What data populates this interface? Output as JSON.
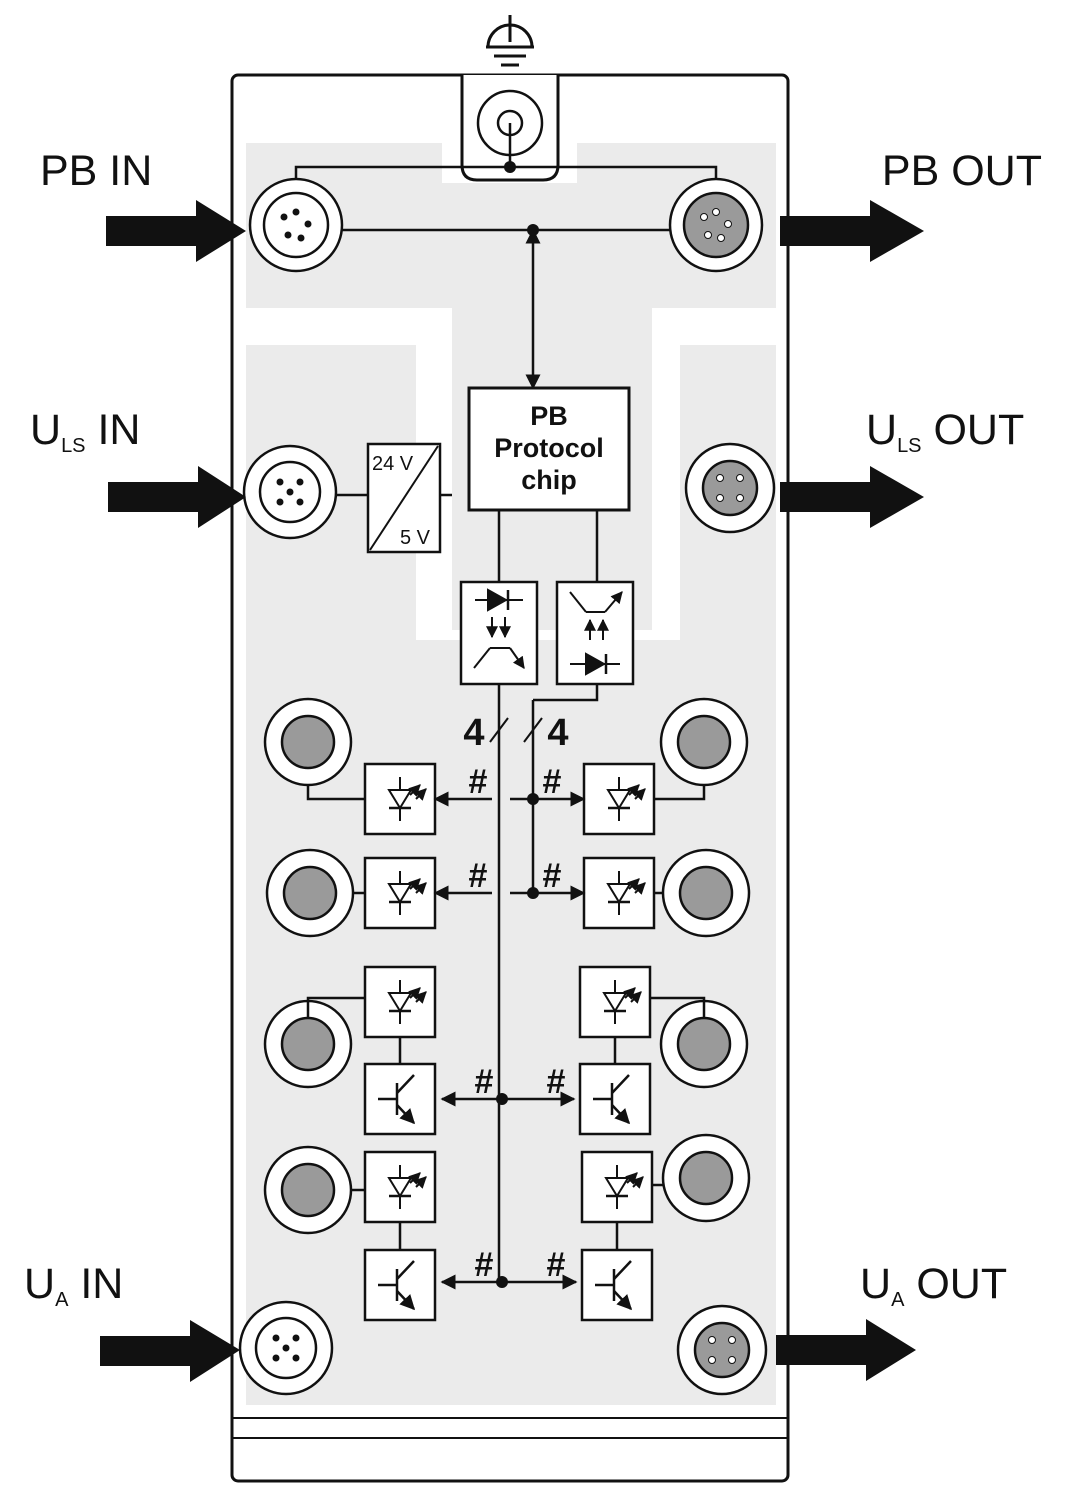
{
  "labels": {
    "pb_in": "PB IN",
    "pb_out": "PB OUT",
    "uls_in_main": "U",
    "uls_in_sub": "LS",
    "uls_in_suffix": " IN",
    "uls_out_main": "U",
    "uls_out_sub": "LS",
    "uls_out_suffix": " OUT",
    "ua_in_main": "U",
    "ua_in_sub": "A",
    "ua_in_suffix": " IN",
    "ua_out_main": "U",
    "ua_out_sub": "A",
    "ua_out_suffix": " OUT"
  },
  "chip": {
    "line1": "PB",
    "line2": "Protocol",
    "line3": "chip"
  },
  "converter": {
    "top": "24 V",
    "bottom": "5 V"
  },
  "bus": {
    "left_count": "4",
    "right_count": "4",
    "hash": "#"
  },
  "colors": {
    "panel": "#ebebeb",
    "connector_fill": "#9a9a9a",
    "line": "#111111"
  },
  "icons": [
    "ground-icon",
    "diode-icon",
    "led-icon",
    "transistor-icon",
    "optocoupler-icon",
    "arrow-icon"
  ]
}
